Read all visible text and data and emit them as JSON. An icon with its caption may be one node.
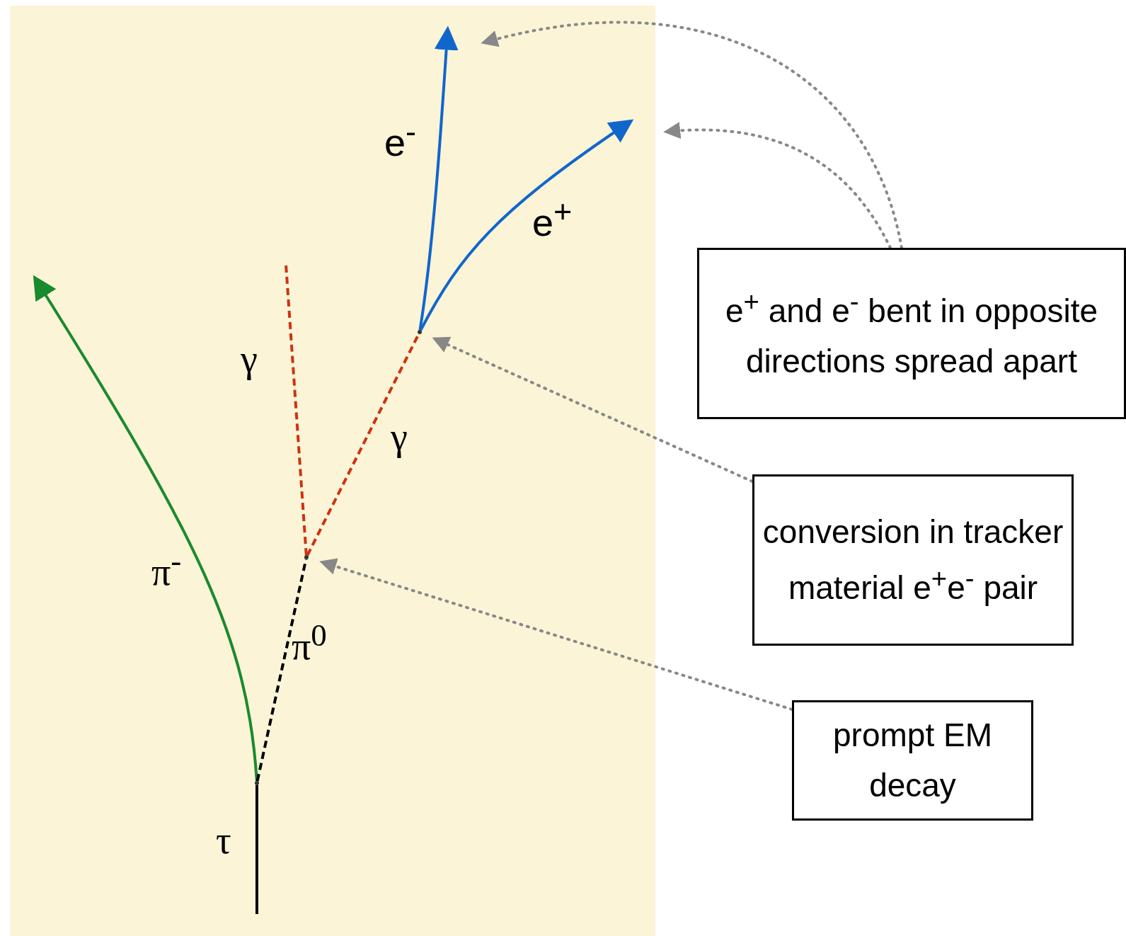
{
  "diagram": {
    "nodes": [
      {
        "text": [
          "e$^{+}$ and e$^{-}$ bent in opposite directions spread apart"
        ]
      },
      {
        "text": [
          "conversion in tracker material e$^{+}$e$^{-}$ pair"
        ]
      },
      {
        "text": [
          "prompt EM decay"
        ]
      },
      {
        "text": [],
        "shape": "point"
      },
      {
        "text": [],
        "shape": "point"
      },
      {
        "text": [],
        "shape": "point"
      }
    ],
    "edges": [
      {
        "from": 0,
        "to": null,
        "arrow": "to",
        "style": "dashed"
      },
      {
        "from": 0,
        "to": null,
        "arrow": "to",
        "style": "dashed"
      },
      {
        "from": 1,
        "to": 3,
        "arrow": "to",
        "style": "dashed"
      },
      {
        "from": 2,
        "to": 4,
        "arrow": "to",
        "style": "dashed"
      },
      {
        "from": null,
        "to": 5,
        "arrow": "none",
        "label": "τ",
        "color": "#000000"
      },
      {
        "from": 5,
        "to": null,
        "arrow": "to",
        "label": "π$^{-}$",
        "color": "#1a8a2e"
      },
      {
        "from": 5,
        "to": 4,
        "arrow": "none",
        "label": "π$^{0}$",
        "style": "dashed",
        "color": "#000000"
      },
      {
        "from": 4,
        "to": null,
        "arrow": "none",
        "label": "γ",
        "style": "dashed",
        "color": "#cc3311"
      },
      {
        "from": 4,
        "to": 3,
        "arrow": "none",
        "label": "γ",
        "style": "dashed",
        "color": "#cc3311"
      },
      {
        "from": 3,
        "to": null,
        "arrow": "to",
        "label": "e$^{-}$",
        "color": "#1166cc"
      },
      {
        "from": 3,
        "to": null,
        "arrow": "to",
        "label": "e$^{+}$",
        "color": "#1166cc"
      }
    ]
  }
}
